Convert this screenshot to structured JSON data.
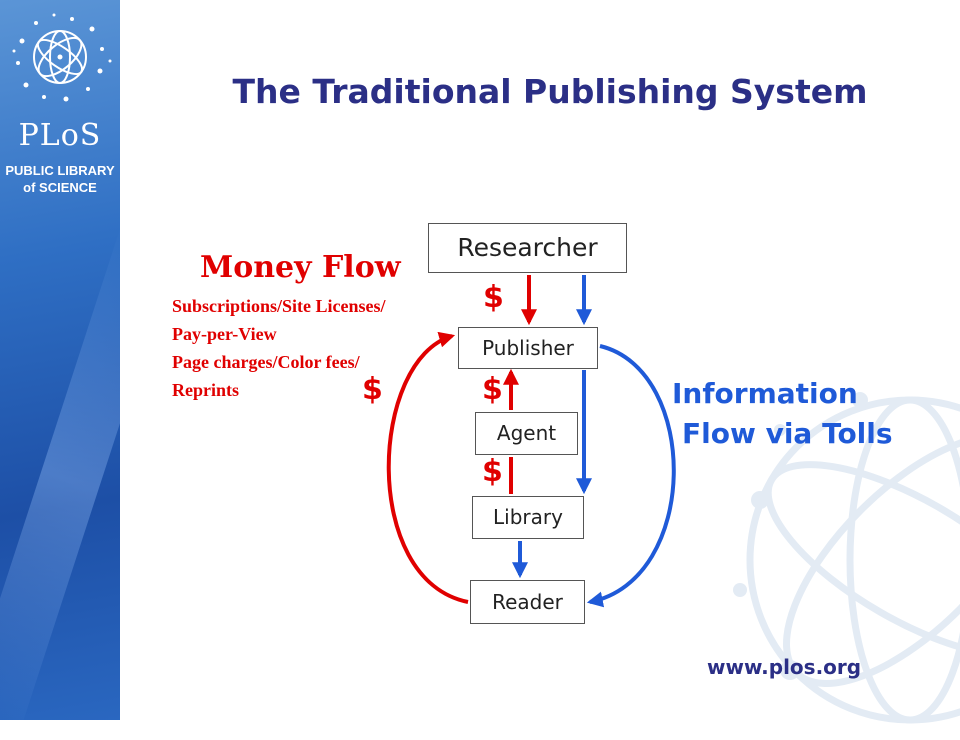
{
  "slide": {
    "title": "The Traditional Publishing System",
    "url": "www.plos.org"
  },
  "branding": {
    "name": "PLoS",
    "sub_line1": "PUBLIC LIBRARY",
    "sub_line2": "of SCIENCE"
  },
  "diagram": {
    "nodes": {
      "researcher": "Researcher",
      "publisher": "Publisher",
      "agent": "Agent",
      "library": "Library",
      "reader": "Reader"
    },
    "money_flow": {
      "title": "Money Flow",
      "items": [
        "Subscriptions/Site Licenses/",
        "Pay-per-View",
        "Page charges/Color fees/",
        "Reprints"
      ]
    },
    "dollar_sign": "$",
    "information_flow": {
      "line1": "Information",
      "line2": "Flow via Tolls"
    }
  },
  "colors": {
    "title": "#2b2f86",
    "money": "#e00000",
    "information": "#1f5ad8",
    "sidebar": "#2f6fc4"
  }
}
